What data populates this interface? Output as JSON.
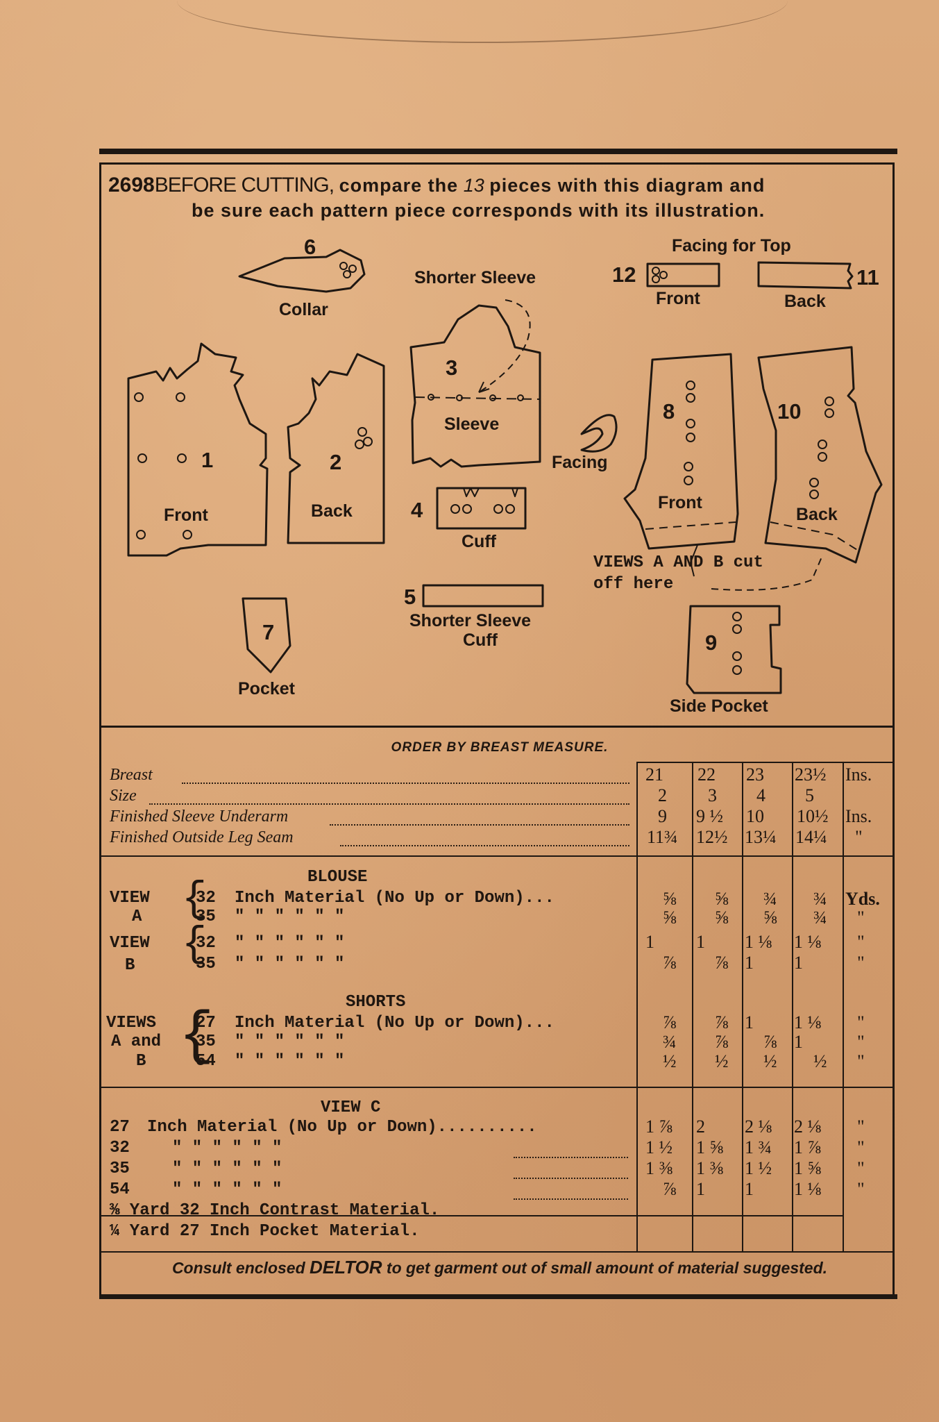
{
  "header": {
    "pattern_number": "2698",
    "before_cutting": "BEFORE CUTTING,",
    "compare": "compare the",
    "piece_count": "13",
    "line1_rest": "pieces with this diagram and",
    "line2": "be sure each pattern piece corresponds with its illustration."
  },
  "pieces": {
    "n1": "1",
    "front": "Front",
    "n2": "2",
    "back": "Back",
    "n3": "3",
    "sleeve": "Sleeve",
    "shorter_sleeve": "Shorter Sleeve",
    "n4": "4",
    "cuff": "Cuff",
    "n5": "5",
    "shorter_sleeve_cuff_1": "Shorter Sleeve",
    "shorter_sleeve_cuff_2": "Cuff",
    "n6": "6",
    "collar": "Collar",
    "n7": "7",
    "pocket": "Pocket",
    "n8": "8",
    "front8": "Front",
    "n9": "9",
    "side_pocket": "Side Pocket",
    "n10": "10",
    "back10": "Back",
    "n11": "11",
    "n12": "12",
    "facing_for_top": "Facing for Top",
    "front12": "Front",
    "back11": "Back",
    "facing": "Facing",
    "views_ab_1": "VIEWS A AND B cut",
    "views_ab_2": "off here"
  },
  "table": {
    "order_title": "ORDER BY BREAST MEASURE.",
    "rows": [
      {
        "label": "Breast",
        "values": [
          "21",
          "22",
          "23",
          "23½"
        ],
        "unit": "Ins."
      },
      {
        "label": "Size",
        "values": [
          "2",
          "3",
          "4",
          "5"
        ],
        "unit": ""
      },
      {
        "label": "Finished Sleeve Underarm",
        "values": [
          "9",
          "9 ½",
          "10",
          "10½"
        ],
        "unit": "Ins."
      },
      {
        "label": "Finished Outside Leg Seam",
        "values": [
          "11¾",
          "12½",
          "13¼",
          "14¼"
        ],
        "unit": "\""
      }
    ],
    "blouse_title": "BLOUSE",
    "blouse_rows": [
      {
        "view": "VIEW",
        "width": "32",
        "text": "Inch Material (No Up or Down)...",
        "values": [
          "⅝",
          "⅝",
          "¾",
          "¾"
        ],
        "unit": "Yds."
      },
      {
        "view": "A",
        "width": "35",
        "text": "\"        \"       \" \" \" \"",
        "values": [
          "⅝",
          "⅝",
          "⅝",
          "¾"
        ],
        "unit": "\""
      },
      {
        "view": "VIEW",
        "width": "32",
        "text": "\"        \"       \" \" \" \"",
        "values": [
          "1",
          "1",
          "1 ⅛",
          "1 ⅛"
        ],
        "unit": "\""
      },
      {
        "view": "B",
        "width": "35",
        "text": "\"        \"       \" \" \" \"",
        "values": [
          "⅞",
          "⅞",
          "1",
          "1"
        ],
        "unit": "\""
      }
    ],
    "shorts_title": "SHORTS",
    "shorts_rows": [
      {
        "view": "VIEWS",
        "width": "27",
        "text": "Inch Material (No Up or Down)...",
        "values": [
          "⅞",
          "⅞",
          "1",
          "1 ⅛"
        ],
        "unit": "\""
      },
      {
        "view": "A and",
        "width": "35",
        "text": "\"        \"       \" \" \" \"",
        "values": [
          "¾",
          "⅞",
          "⅞",
          "1"
        ],
        "unit": "\""
      },
      {
        "view": "B",
        "width": "54",
        "text": "\"        \"       \" \" \" \"",
        "values": [
          "½",
          "½",
          "½",
          "½"
        ],
        "unit": "\""
      }
    ],
    "viewc_title": "VIEW C",
    "viewc_rows": [
      {
        "width": "27",
        "text": "Inch Material (No Up or Down)..........",
        "values": [
          "1 ⅞",
          "2",
          "2 ⅛",
          "2 ⅛"
        ],
        "unit": "\""
      },
      {
        "width": "32",
        "text": "\"        \"       \" \" \" \"",
        "values": [
          "1 ½",
          "1 ⅝",
          "1 ¾",
          "1 ⅞"
        ],
        "unit": "\""
      },
      {
        "width": "35",
        "text": "\"        \"       \" \" \" \"",
        "values": [
          "1 ⅜",
          "1 ⅜",
          "1 ½",
          "1 ⅝"
        ],
        "unit": "\""
      },
      {
        "width": "54",
        "text": "\"        \"       \" \" \" \"",
        "values": [
          "⅞",
          "1",
          "1",
          "1 ⅛"
        ],
        "unit": "\""
      }
    ],
    "contrast": "⅜ Yard 32 Inch Contrast Material.",
    "pocket_material": "¼ Yard 27 Inch Pocket Material."
  },
  "footer": {
    "consult": "Consult enclosed",
    "deltor": "DELTOR",
    "rest": "to get garment out of small amount of material suggested."
  }
}
